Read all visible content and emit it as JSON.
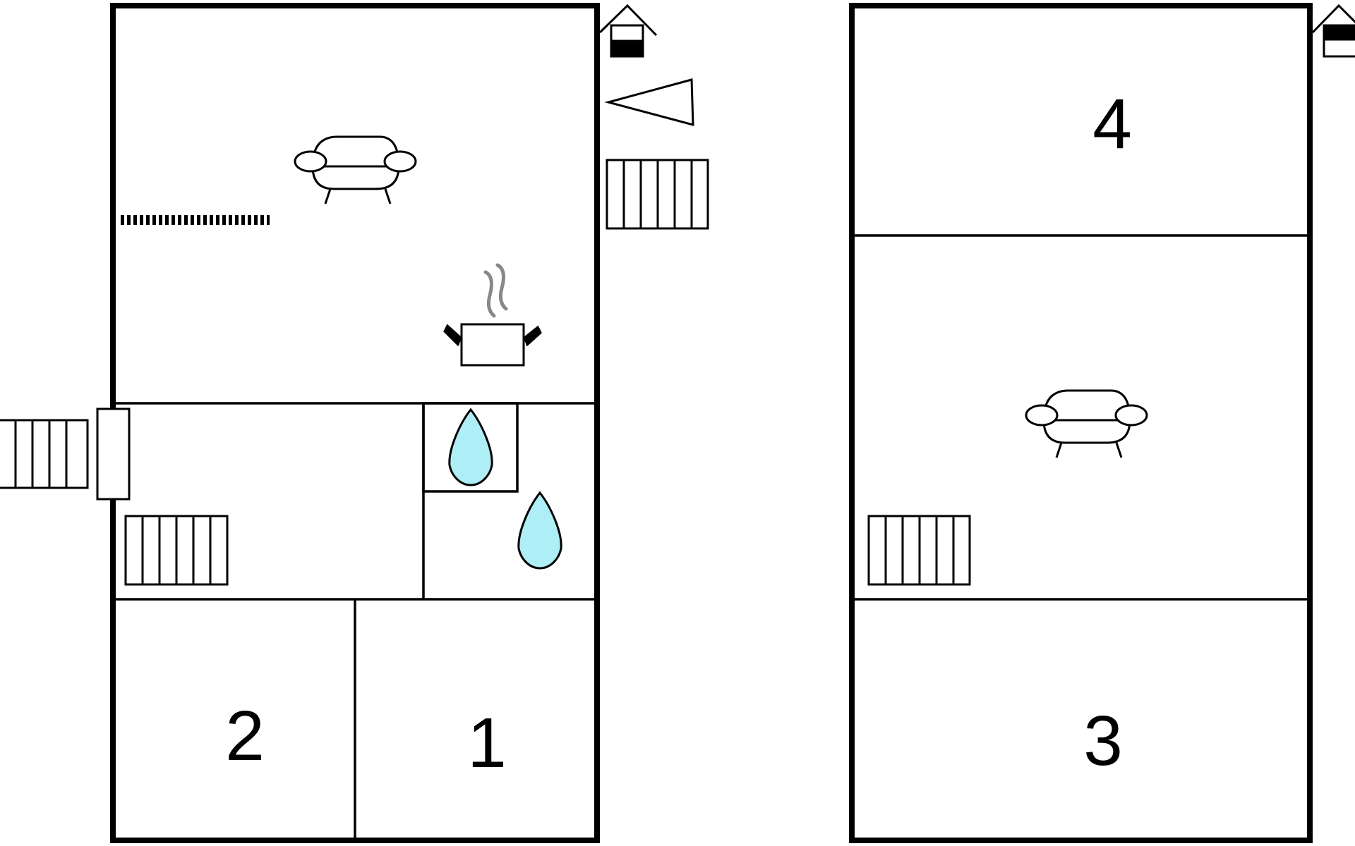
{
  "floor_plan": {
    "rooms": [
      {
        "number": "1"
      },
      {
        "number": "2"
      },
      {
        "number": "3"
      },
      {
        "number": "4"
      }
    ],
    "icons": {
      "living_room": "armchair-icon",
      "kitchen": "cooking-pot-icon",
      "bathroom": "water-drop-icon",
      "terrace": "deck-icon",
      "stairs": "stairs-icon",
      "radiator": "radiator-icon",
      "fireplace": "fireplace-icon",
      "tent": "tent-icon",
      "door": "door-icon"
    },
    "colors": {
      "wall": "#000000",
      "water_drop": "#aeeef6",
      "steam": "#888888",
      "background": "#ffffff"
    }
  }
}
